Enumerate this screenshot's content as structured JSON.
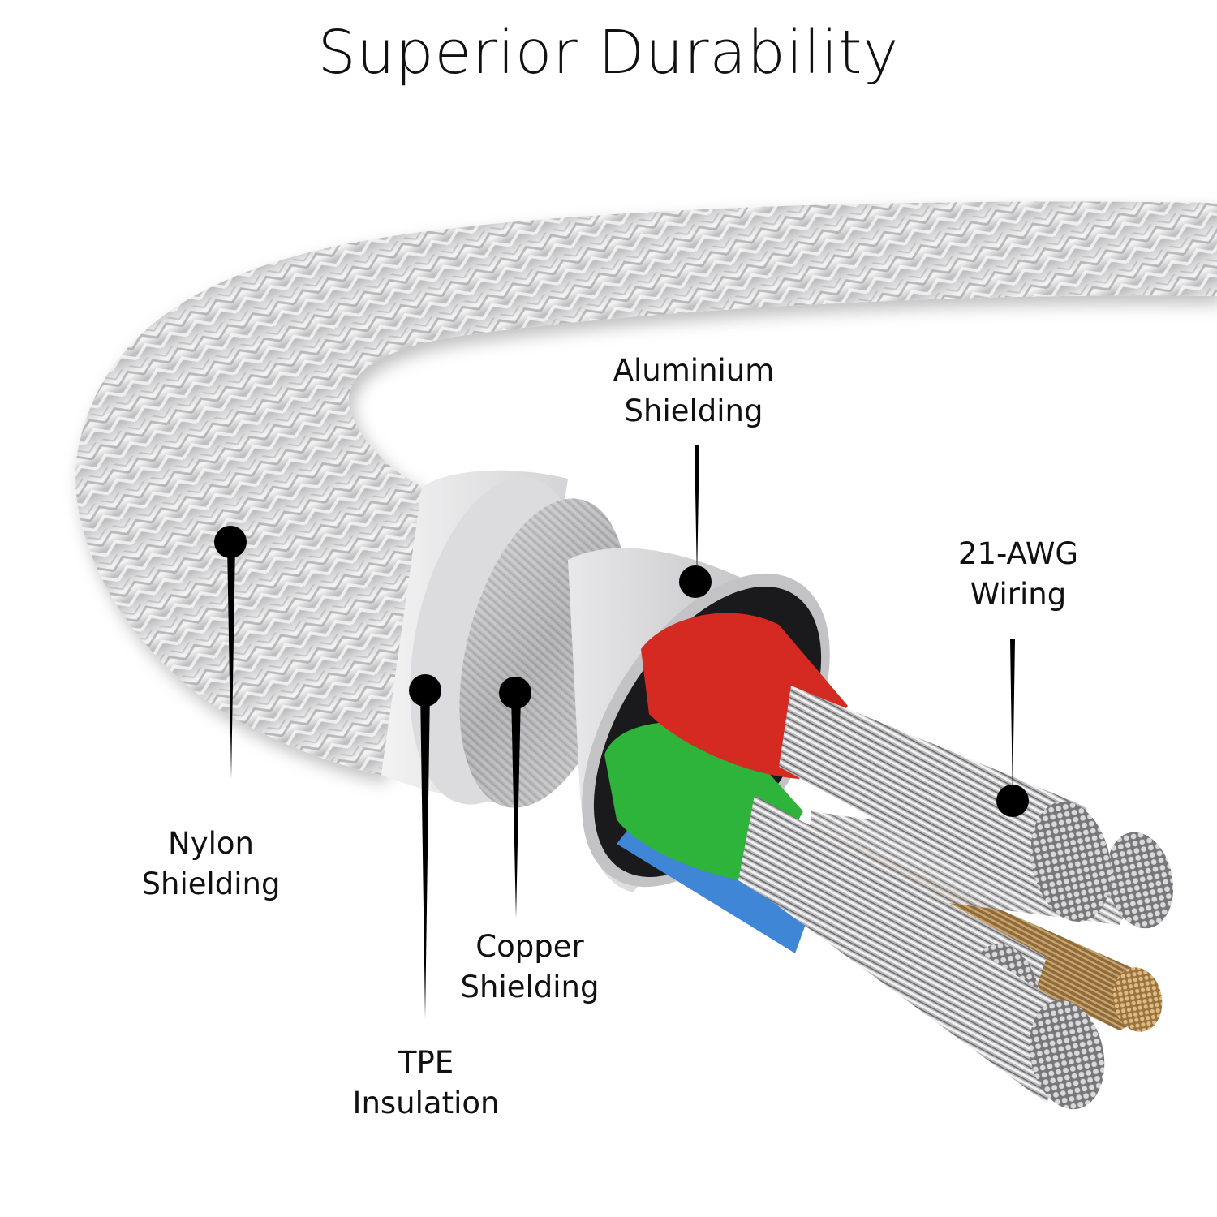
{
  "title": "Superior Durability",
  "colors": {
    "background": "#ffffff",
    "text": "#111111",
    "braid_light": "#e9e9ea",
    "braid_dark": "#9a9a9c",
    "tpe": "#e6e6e8",
    "copper_shield": "#b7b7b9",
    "aluminium": "#cfcfd1",
    "wire_red": "#d42a22",
    "wire_green": "#2eb43a",
    "wire_blue": "#3f86d6",
    "strand_silver": "#c4c4c6",
    "strand_copper": "#a4804a",
    "marker": "#000000"
  },
  "callouts": [
    {
      "id": "nylon",
      "line1": "Nylon",
      "line2": "Shielding"
    },
    {
      "id": "tpe",
      "line1": "TPE",
      "line2": "Insulation"
    },
    {
      "id": "copper",
      "line1": "Copper",
      "line2": "Shielding"
    },
    {
      "id": "aluminium",
      "line1": "Aluminium",
      "line2": "Shielding"
    },
    {
      "id": "awg",
      "line1": "21-AWG",
      "line2": "Wiring"
    }
  ]
}
